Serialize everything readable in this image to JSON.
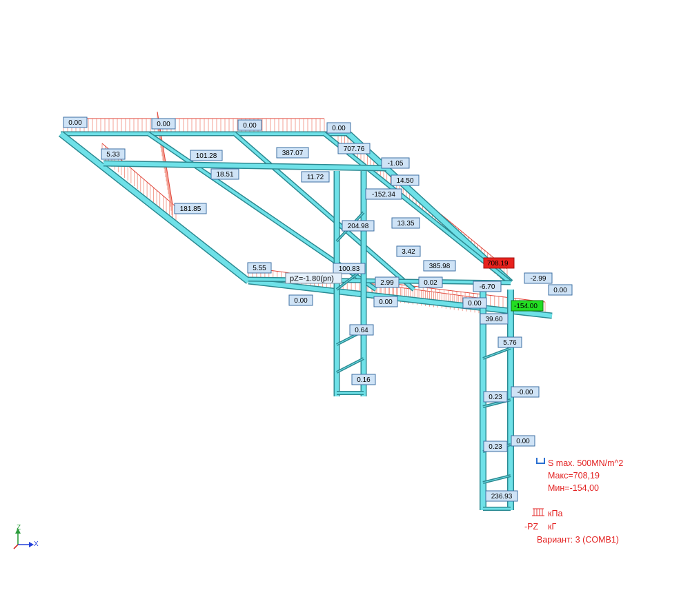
{
  "colors": {
    "beam_fill": "#6fe1e8",
    "beam_outline": "#2c8a92",
    "load_hatch": "#f08a7a",
    "label_fill": "#cfe3f6",
    "max_marker": "#e8221d",
    "min_marker": "#22dd22",
    "legend_text": "#e32222"
  },
  "load_label": "pZ=-1.80(pn)",
  "labels": [
    {
      "id": "v1",
      "value": "0.00"
    },
    {
      "id": "v2",
      "value": "0.00"
    },
    {
      "id": "v3",
      "value": "0.00"
    },
    {
      "id": "v4",
      "value": "0.00"
    },
    {
      "id": "v5",
      "value": "5.33"
    },
    {
      "id": "v6",
      "value": "101.28"
    },
    {
      "id": "v7",
      "value": "387.07"
    },
    {
      "id": "v8",
      "value": "707.76"
    },
    {
      "id": "v9",
      "value": "18.51"
    },
    {
      "id": "v10",
      "value": "11.72"
    },
    {
      "id": "v11",
      "value": "-1.05"
    },
    {
      "id": "v12",
      "value": "14.50"
    },
    {
      "id": "v13",
      "value": "-152.34"
    },
    {
      "id": "v14",
      "value": "181.85"
    },
    {
      "id": "v15",
      "value": "204.98"
    },
    {
      "id": "v16",
      "value": "13.35"
    },
    {
      "id": "v17",
      "value": "3.42"
    },
    {
      "id": "v18",
      "value": "385.98"
    },
    {
      "id": "v19",
      "value": "5.55"
    },
    {
      "id": "v20",
      "value": "100.83"
    },
    {
      "id": "v21",
      "value": "2.99"
    },
    {
      "id": "v22",
      "value": "0.02"
    },
    {
      "id": "v23",
      "value": "-6.70"
    },
    {
      "id": "v24",
      "value": "-2.99"
    },
    {
      "id": "v25",
      "value": "0.00"
    },
    {
      "id": "v26",
      "value": "0.00"
    },
    {
      "id": "v27",
      "value": "0.00"
    },
    {
      "id": "v28",
      "value": "0.00"
    },
    {
      "id": "v29",
      "value": "39.60"
    },
    {
      "id": "v30",
      "value": "0.64"
    },
    {
      "id": "v31",
      "value": "5.76"
    },
    {
      "id": "v32",
      "value": "0.16"
    },
    {
      "id": "v33",
      "value": "0.23"
    },
    {
      "id": "v34",
      "value": "-0.00"
    },
    {
      "id": "v35",
      "value": "0.23"
    },
    {
      "id": "v36",
      "value": "0.00"
    },
    {
      "id": "v37",
      "value": "236.93"
    }
  ],
  "max_marker": {
    "value": "708.19"
  },
  "min_marker": {
    "value": "-154.00"
  },
  "legend": {
    "scale": "S max. 500MN/m^2",
    "max": "Макс=708,19",
    "min": "Мин=-154,00",
    "unit_pressure": "кПа",
    "pz_label": "-PZ",
    "unit_force": "кГ",
    "variant": "Вариант: 3 (COMB1)"
  },
  "axes": {
    "z": "Z",
    "x": "X"
  }
}
